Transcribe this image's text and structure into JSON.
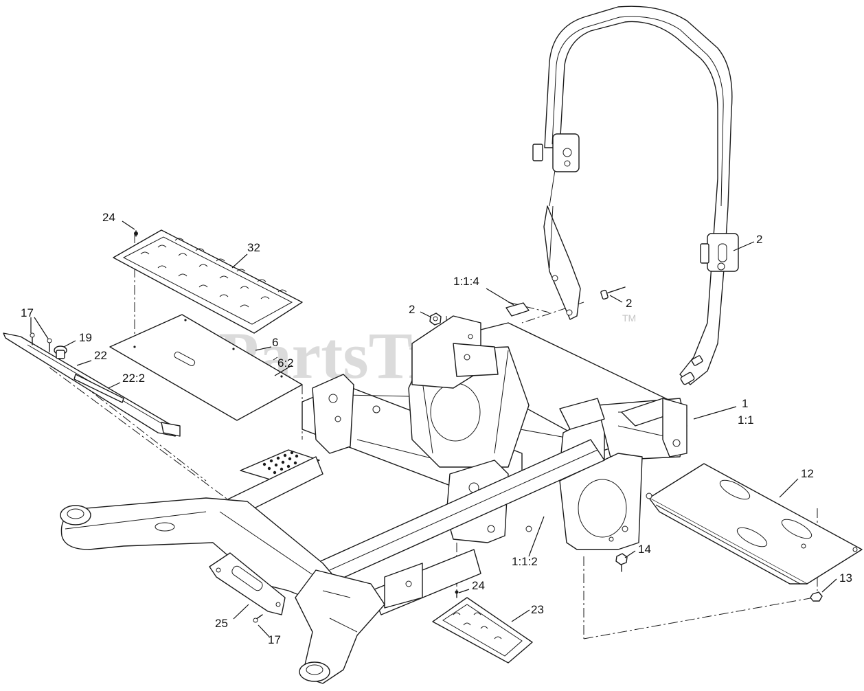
{
  "watermark": {
    "text": "PartsTree",
    "trademark": "TM"
  },
  "callouts": {
    "c24_top": "24",
    "c32": "32",
    "c17_top": "17",
    "c19": "19",
    "c22": "22",
    "c22_2": "22:2",
    "c6": "6",
    "c6_2": "6:2",
    "c1_1_4": "1:1:4",
    "c2_bracket": "2",
    "c2_bolt": "2",
    "c2_nut": "2",
    "c1": "1",
    "c1_1": "1:1",
    "c12": "12",
    "c1_1_2": "1:1:2",
    "c14": "14",
    "c13": "13",
    "c24_bottom": "24",
    "c23": "23",
    "c25": "25",
    "c17_bottom": "17"
  }
}
